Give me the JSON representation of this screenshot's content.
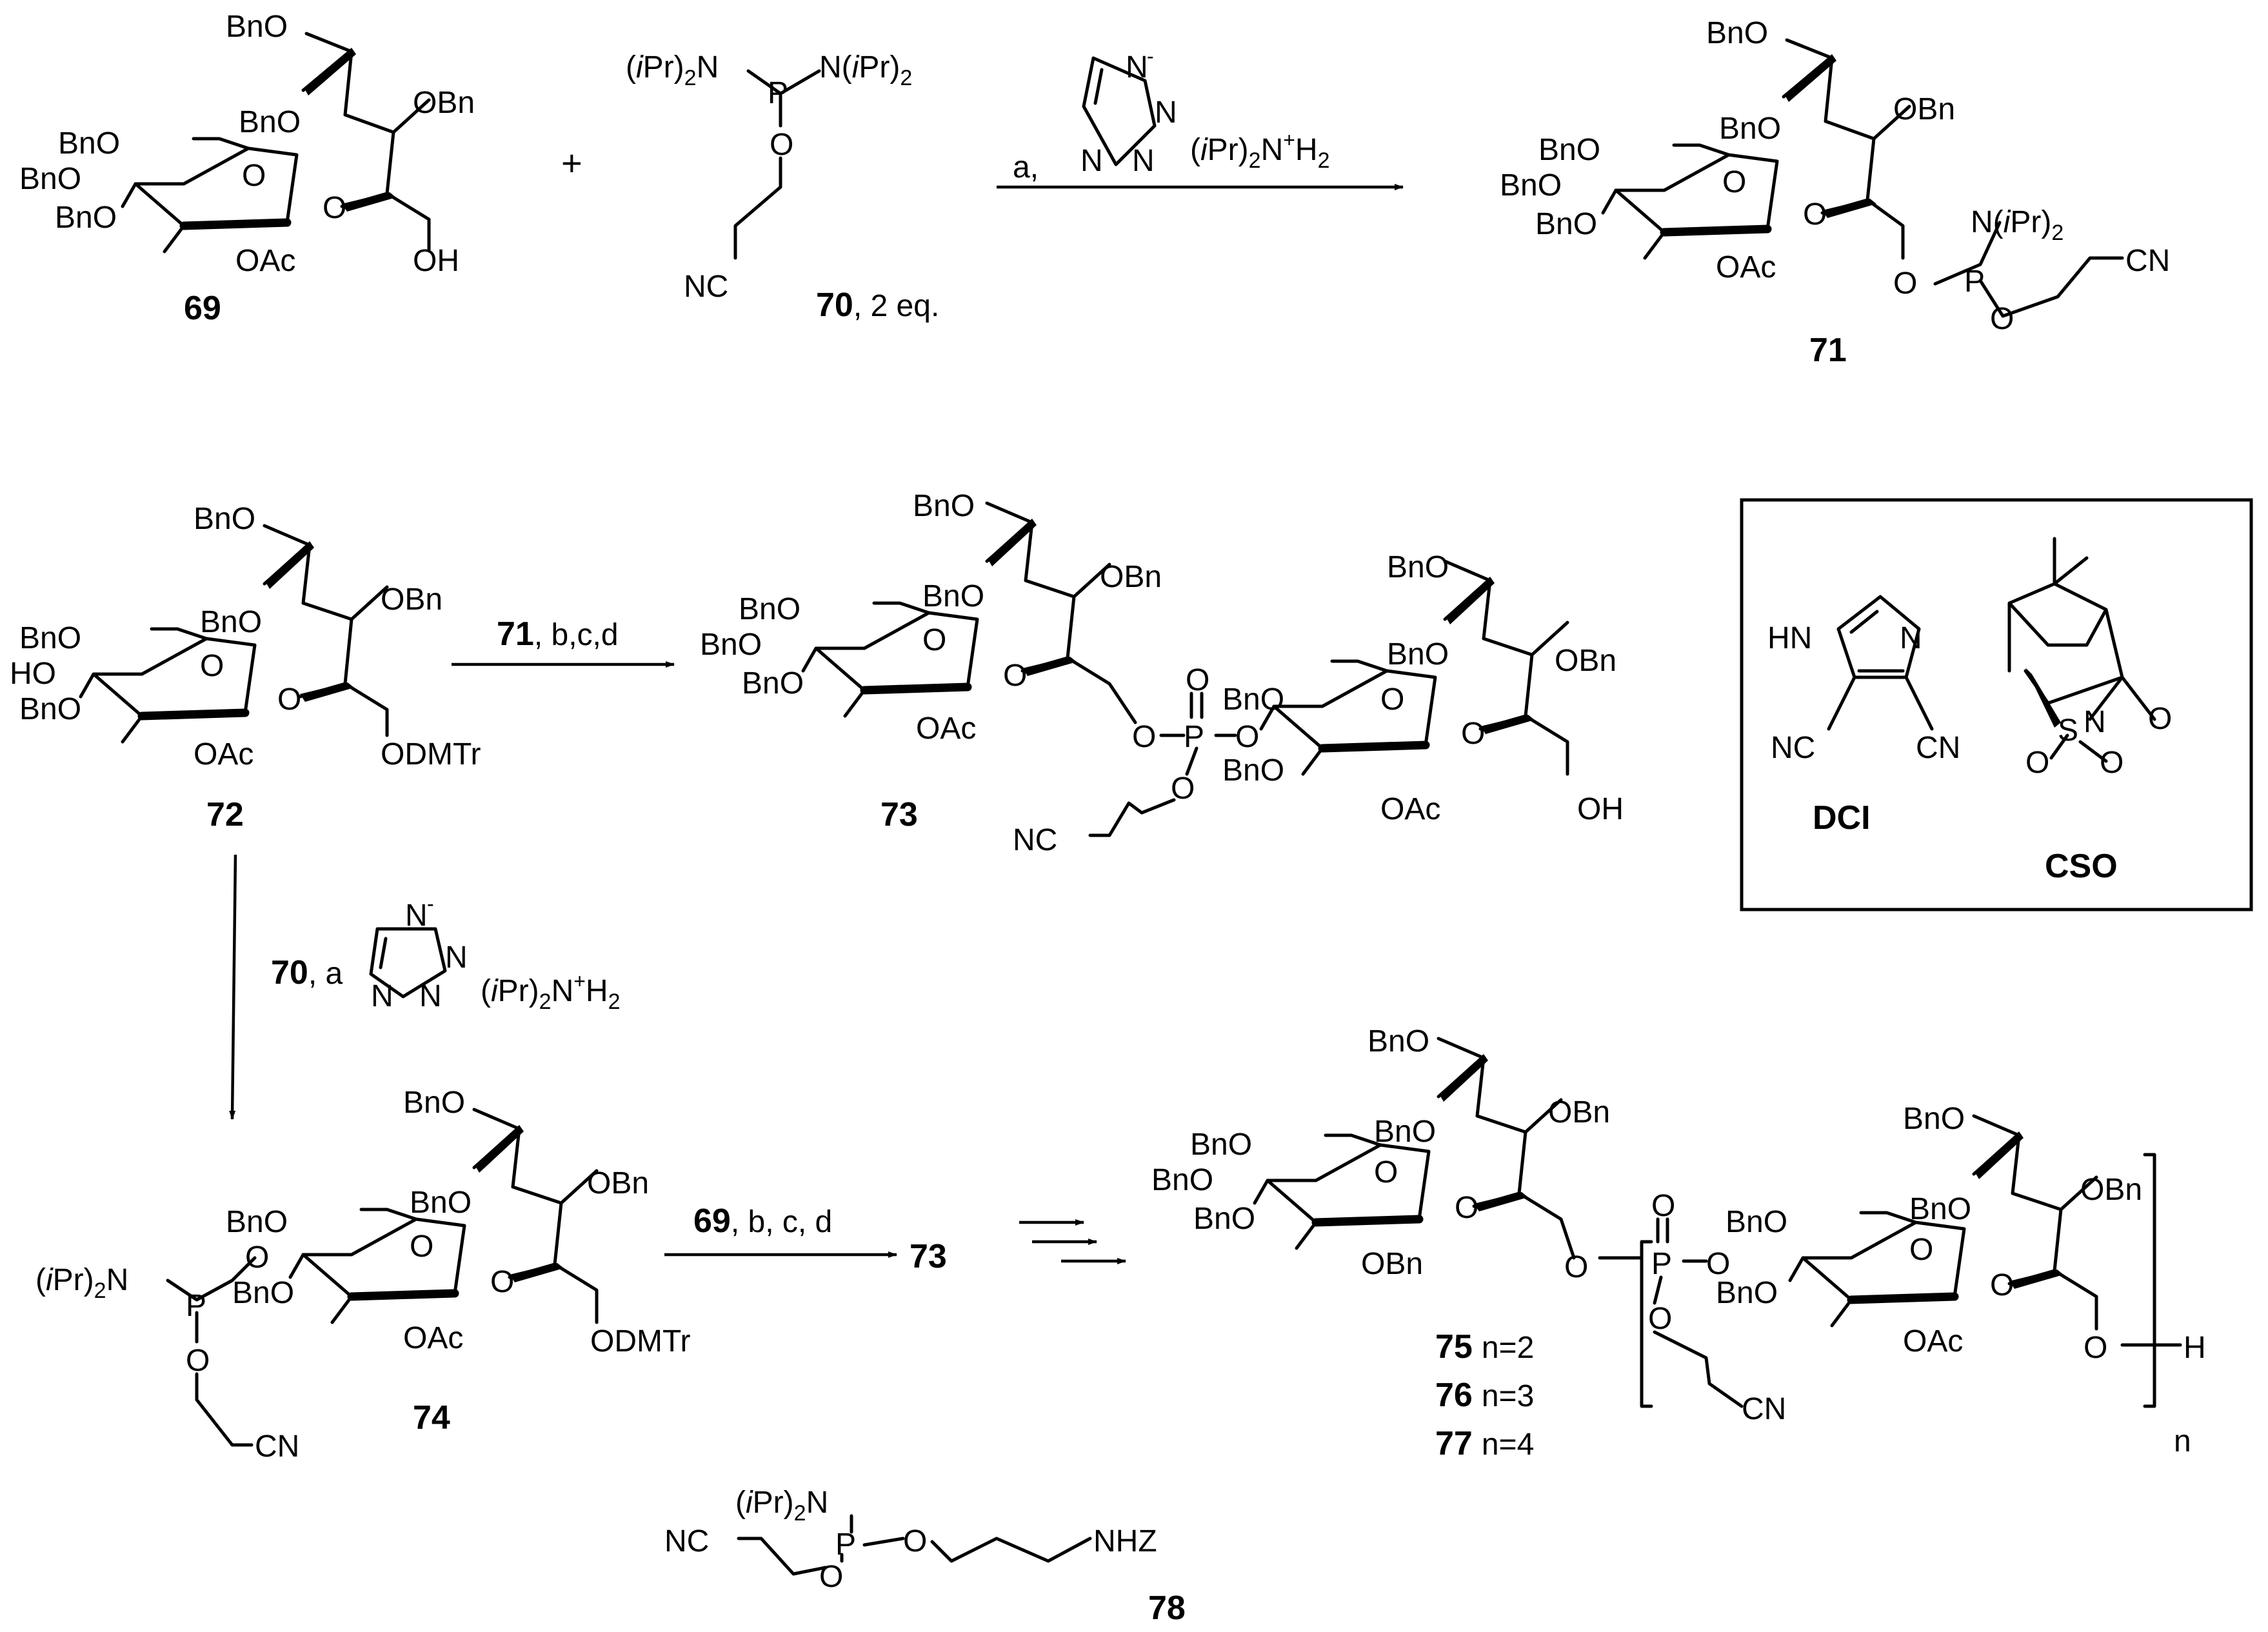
{
  "labels": {
    "bno": "BnO",
    "obn": "OBn",
    "oac": "OAc",
    "oh": "OH",
    "ho": "HO",
    "o": "O",
    "p": "P",
    "nc": "NC",
    "cn": "CN",
    "odmtr": "ODMTr",
    "plus": "+",
    "h": "H",
    "n": "N",
    "nipr2": "N(iPr)2",
    "ipr2n": "(iPr)2N",
    "nhz": "NHZ",
    "hn": "HN",
    "s": "S",
    "n_index": "n",
    "ipr2nh2": "(iPr)2N+H2"
  },
  "compounds": {
    "c69": "69",
    "c70": "70",
    "c70_eq": ", 2 eq.",
    "c71": "71",
    "c72": "72",
    "c73": "73",
    "c74": "74",
    "c75": "75",
    "c75_n": "n=2",
    "c76": "76",
    "c76_n": "n=3",
    "c77": "77",
    "c77_n": "n=4",
    "c78": "78"
  },
  "reagents": {
    "step1": "a,",
    "step2_num": "71",
    "step2": ", b,c,d",
    "step3_num": "70",
    "step3": ", a",
    "step4_num": "69",
    "step4": ", b, c, d",
    "product_73": "73"
  },
  "inset": {
    "dci": "DCI",
    "cso": "CSO"
  }
}
